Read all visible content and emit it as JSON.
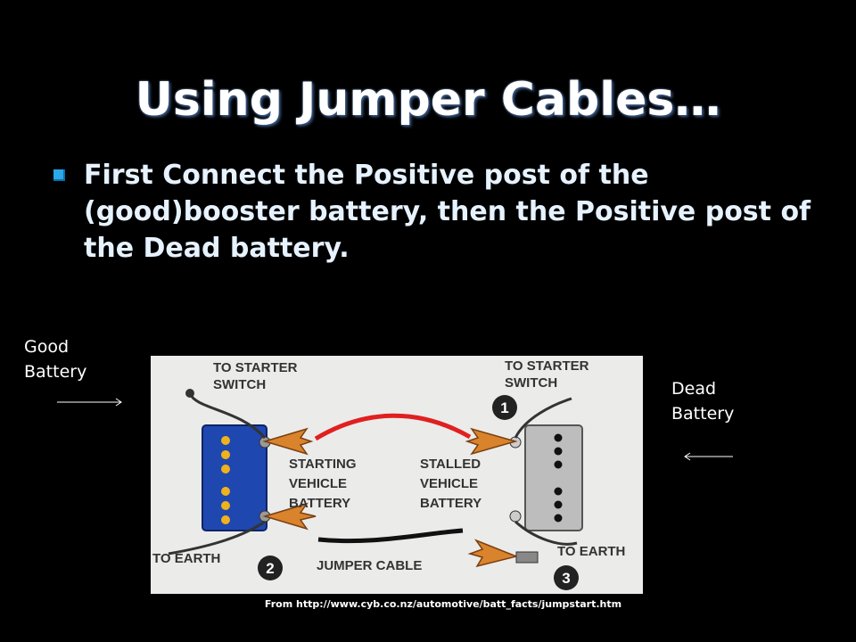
{
  "slide": {
    "title": "Using Jumper Cables…",
    "bullet": "First Connect the Positive post of the (good)booster battery, then the Positive post of the Dead battery.",
    "good_battery_label": "Good Battery",
    "dead_battery_label": "Dead Battery",
    "source": "From http://www.cyb.co.nz/automotive/batt_facts/jumpstart.htm"
  },
  "diagram": {
    "to_starter_switch_left": [
      "TO STARTER",
      "SWITCH"
    ],
    "to_starter_switch_right": [
      "TO STARTER",
      "SWITCH"
    ],
    "starting_vehicle_battery": [
      "STARTING",
      "VEHICLE",
      "BATTERY"
    ],
    "stalled_vehicle_battery": [
      "STALLED",
      "VEHICLE",
      "BATTERY"
    ],
    "to_earth_left": "TO EARTH",
    "to_earth_right": "TO EARTH",
    "jumper_cable": "JUMPER CABLE",
    "step_1": "1",
    "step_2": "2",
    "step_3": "3"
  }
}
